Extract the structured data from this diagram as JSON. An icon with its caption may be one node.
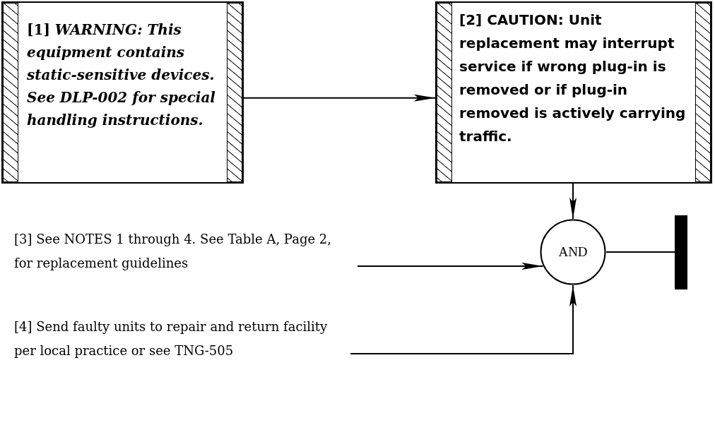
{
  "diagram": {
    "nodes": [
      {
        "text": [
          "[1] *WARNING: This equipment contains static-sensitive devices. See DLP-002 for special handling instructions.*"
        ]
      },
      {
        "text": [
          "[2] CAUTION: Unit replacement may interrupt service if wrong plug-in is removed or if plug-in removed is actively carrying traffic."
        ]
      },
      {
        "text": [
          "[3] See NOTES 1 through 4. See Table A, Page 2, for replacement guidelines"
        ]
      },
      {
        "text": [
          "AND"
        ]
      },
      {
        "text": [],
        "shape": "bar"
      },
      {
        "text": [
          "[4] Send faulty units to repair and return facility per local practice or see TNG-505"
        ]
      }
    ],
    "edges": [
      {
        "from": 0,
        "to": 1,
        "arrow": "to"
      },
      {
        "from": 1,
        "to": 3,
        "arrow": "to"
      },
      {
        "from": 2,
        "to": 3,
        "arrow": "to"
      },
      {
        "from": 3,
        "to": 4,
        "arrow": "none"
      },
      {
        "from": 5,
        "to": 3,
        "arrow": "to"
      }
    ]
  }
}
